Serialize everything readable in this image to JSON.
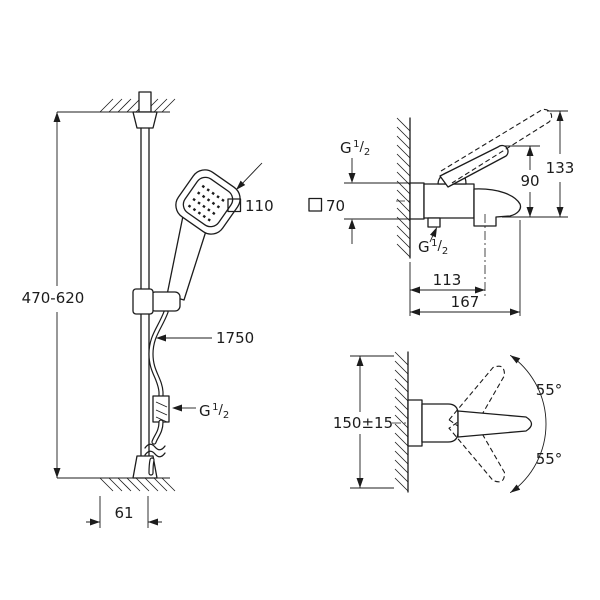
{
  "figures": {
    "shower_rail": {
      "height_range": "470-620",
      "head_size": "110",
      "hose_length": "1750",
      "wall_offset": "61"
    },
    "mixer_side": {
      "escutcheon_size": "70",
      "lever_height": "90",
      "total_height": "133",
      "outlet_distance": "113",
      "total_depth": "167"
    },
    "mixer_swivel": {
      "install_height": "150±15",
      "angle_up": "55°",
      "angle_down": "55°"
    },
    "thread": {
      "g": "G",
      "numerator": "1",
      "slash": "/",
      "denominator": "2"
    }
  },
  "colors": {
    "line": "#1c1c1c",
    "background": "#ffffff"
  }
}
